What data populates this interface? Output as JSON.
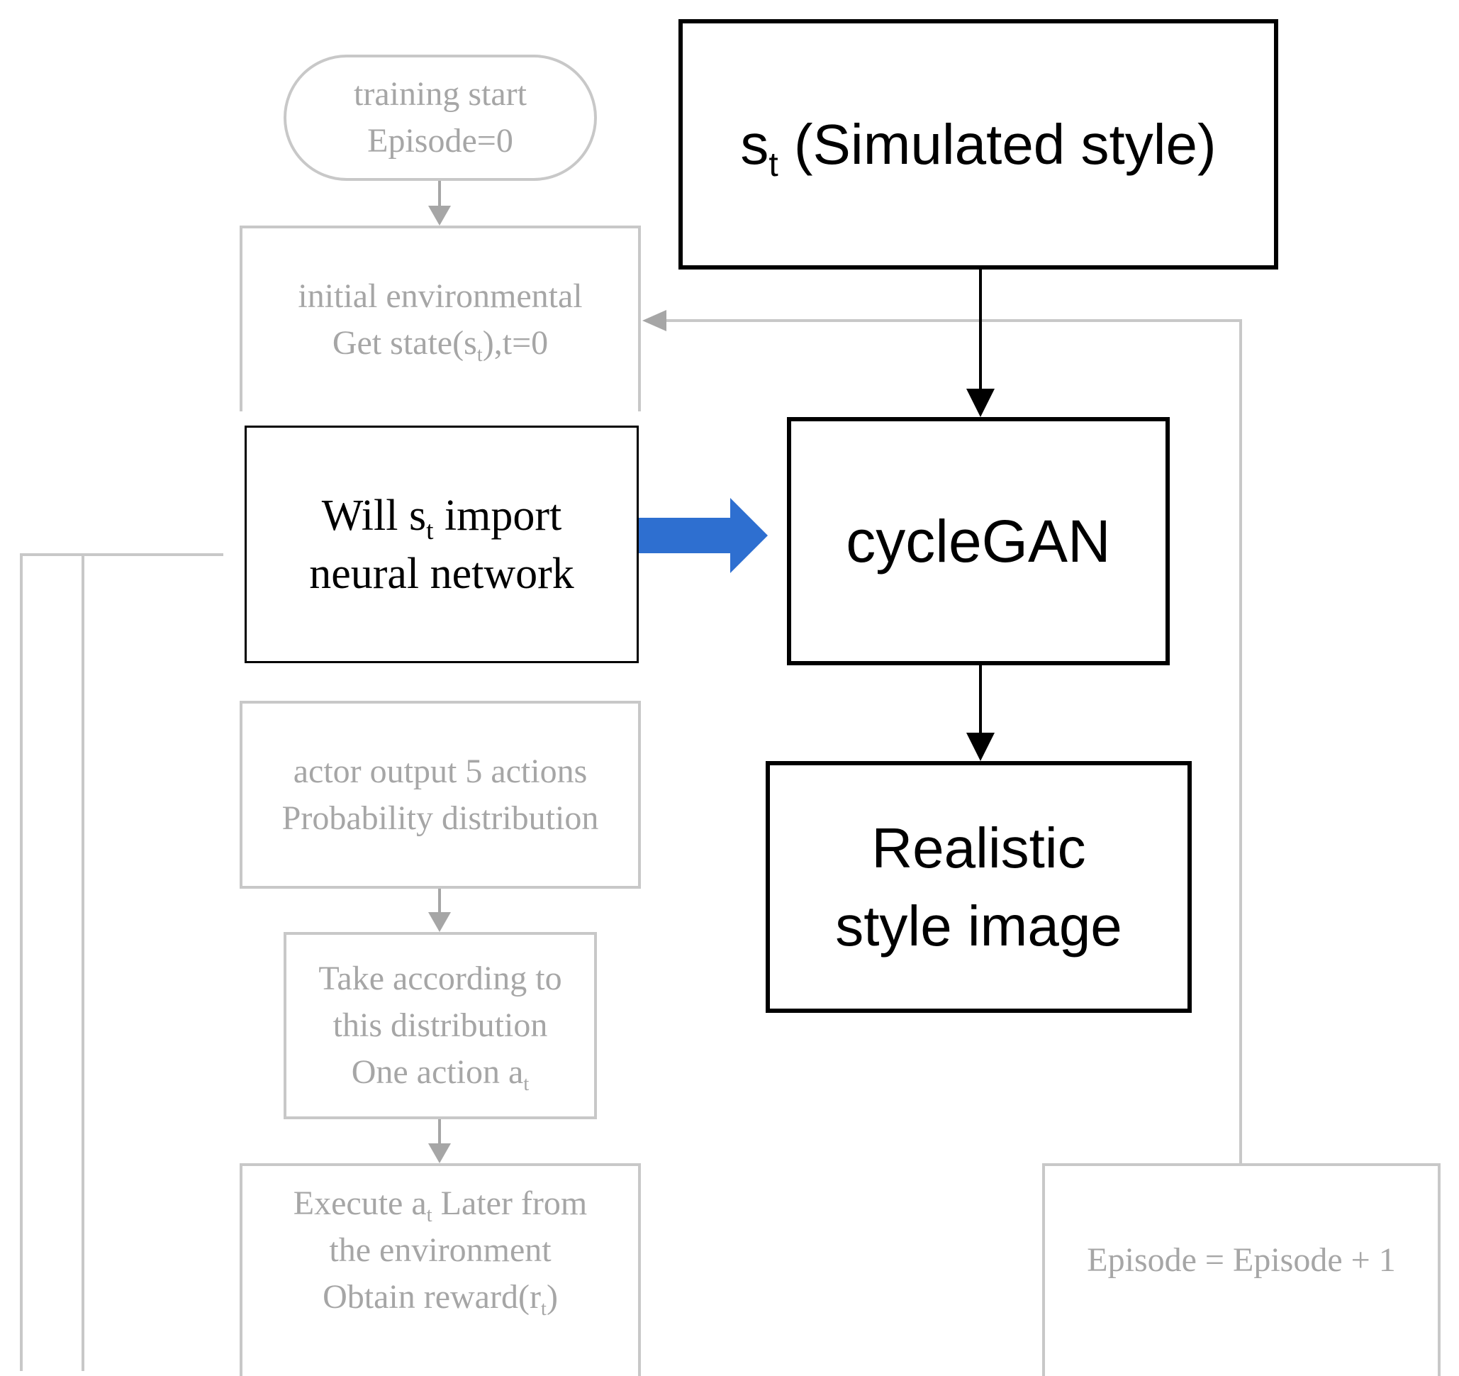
{
  "colors": {
    "gray_text": "#a6a6a6",
    "gray_line": "#c8c8c8",
    "black": "#000000",
    "blue_arrow": "#2e6fd0"
  },
  "nodes": {
    "training_start": {
      "line1": "training start",
      "line2": "Episode=0"
    },
    "initial_env": {
      "line1": "initial environmental",
      "line2_prefix": "Get state(",
      "line2_var": "s",
      "line2_sub": "t",
      "line2_suffix": "),t=0"
    },
    "import_nn": {
      "line1_prefix": "Will ",
      "line1_var": "s",
      "line1_sub": "t",
      "line1_suffix": " import",
      "line2": "neural network"
    },
    "actor_output": {
      "line1": "actor output 5 actions",
      "line2": "Probability distribution"
    },
    "take_action": {
      "line1": "Take according to",
      "line2": "this distribution",
      "line3_prefix": "One action ",
      "line3_var": "a",
      "line3_sub": "t"
    },
    "execute": {
      "line1_prefix": "Execute ",
      "line1_var": "a",
      "line1_sub": "t",
      "line1_suffix": " Later from",
      "line2": "the environment",
      "line3_prefix": "Obtain reward(",
      "line3_var": "r",
      "line3_sub": "t",
      "line3_suffix": ")"
    },
    "episode_increment": {
      "label": "Episode = Episode + 1"
    },
    "simulated_style": {
      "var": "s",
      "sub": "t",
      "label": " (Simulated style)"
    },
    "cyclegan": {
      "label": "cycleGAN"
    },
    "realistic": {
      "line1": "Realistic",
      "line2": "style image"
    }
  }
}
